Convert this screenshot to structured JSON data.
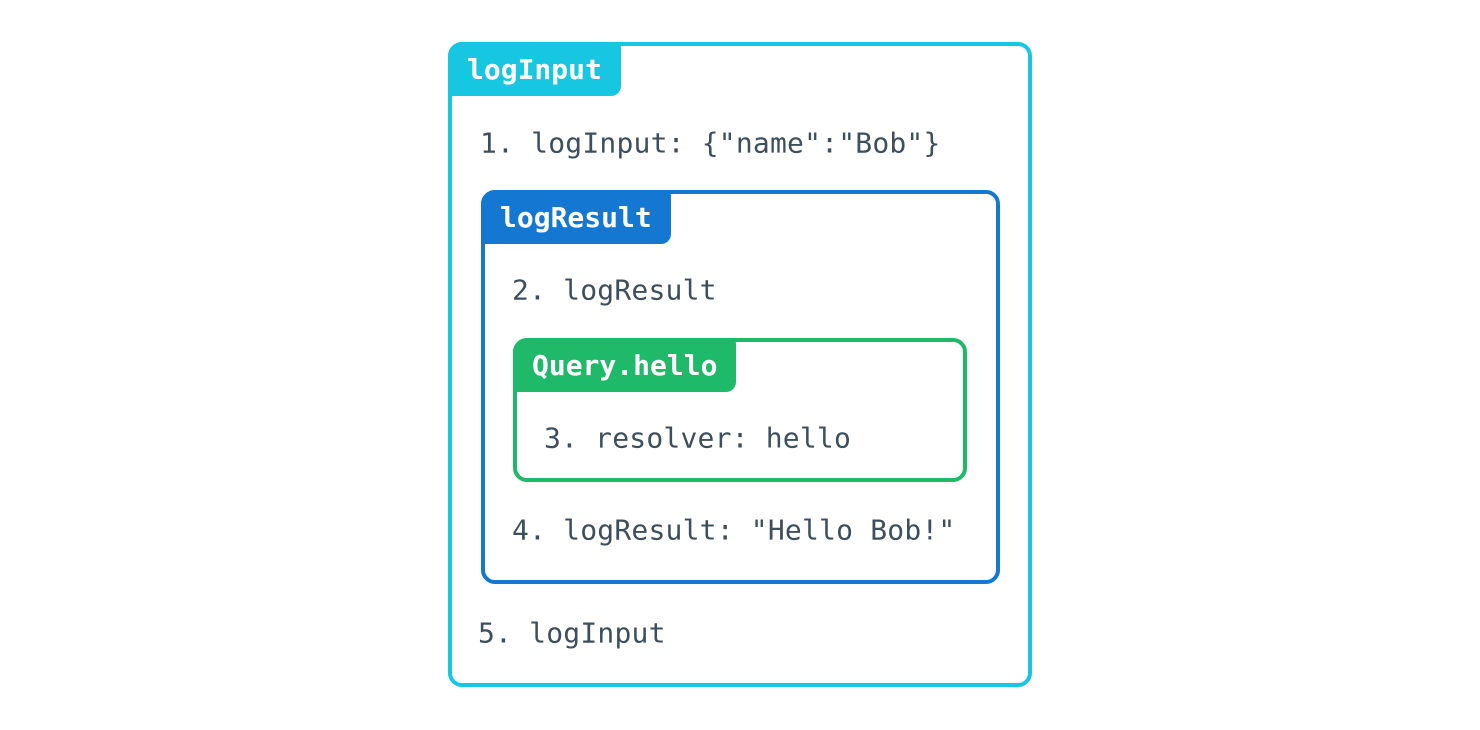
{
  "page": {
    "background": "#ffffff",
    "text_color": "#3d4f5d"
  },
  "diagram": {
    "outer_box": {
      "label": "logInput",
      "color": "#17c7e2",
      "step_enter": "1. logInput: {\"name\":\"Bob\"}",
      "step_exit": "5. logInput"
    },
    "middle_box": {
      "label": "logResult",
      "color": "#1478d2",
      "step_enter": "2. logResult",
      "step_exit": "4. logResult: \"Hello Bob!\""
    },
    "inner_box": {
      "label": "Query.hello",
      "color": "#1fb96a",
      "step_enter": "3. resolver: hello"
    }
  }
}
